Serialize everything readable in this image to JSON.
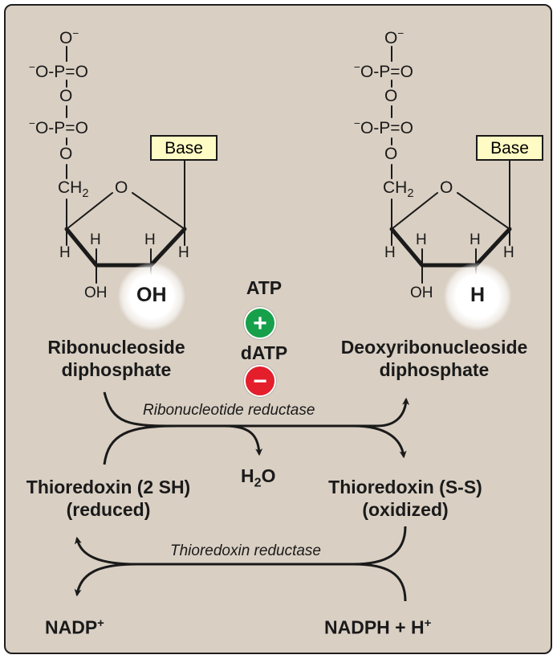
{
  "left_molecule": {
    "o_top": "O",
    "o_top_charge": "−",
    "row1_charge": "−",
    "row1": "O-P=O",
    "o_bridge": "O",
    "row2_charge": "−",
    "row2": "O-P=O",
    "o_link": "O",
    "ch2": "CH",
    "ch2_sub": "2",
    "ring_o": "O",
    "base": "Base",
    "h_c3": "H",
    "h_c2": "H",
    "h_c4": "H",
    "h_c1": "H",
    "oh_3": "OH",
    "oh_2": "OH",
    "name": "Ribonucleoside diphosphate"
  },
  "right_molecule": {
    "o_top": "O",
    "o_top_charge": "−",
    "row1_charge": "−",
    "row1": "O-P=O",
    "o_bridge": "O",
    "row2_charge": "−",
    "row2": "O-P=O",
    "o_link": "O",
    "ch2": "CH",
    "ch2_sub": "2",
    "ring_o": "O",
    "base": "Base",
    "h_c3": "H",
    "h_c2": "H",
    "h_c4": "H",
    "h_c1": "H",
    "oh_3": "OH",
    "h_2": "H",
    "name": "Deoxyribonucleoside diphosphate"
  },
  "regulation": {
    "activator": "ATP",
    "activator_sign": "+",
    "inhibitor": "dATP",
    "inhibitor_sign": "−",
    "plus_color": "#17a04a",
    "minus_color": "#e41e2b"
  },
  "reaction1": {
    "enzyme": "Ribonucleotide reductase",
    "water": "H",
    "water_sub": "2",
    "water_o": "O"
  },
  "thioredoxin": {
    "reduced_name": "Thioredoxin (2 SH)",
    "reduced_state": "(reduced)",
    "oxidized_name": "Thioredoxin (S-S)",
    "oxidized_state": "(oxidized)"
  },
  "reaction2": {
    "enzyme": "Thioredoxin reductase",
    "nadp": "NADP",
    "nadp_charge": "+",
    "nadph": "NADPH + H",
    "nadph_charge": "+"
  },
  "colors": {
    "background": "#d9cfc3",
    "base_box": "#fffbc4",
    "border": "#1f1f1f"
  }
}
